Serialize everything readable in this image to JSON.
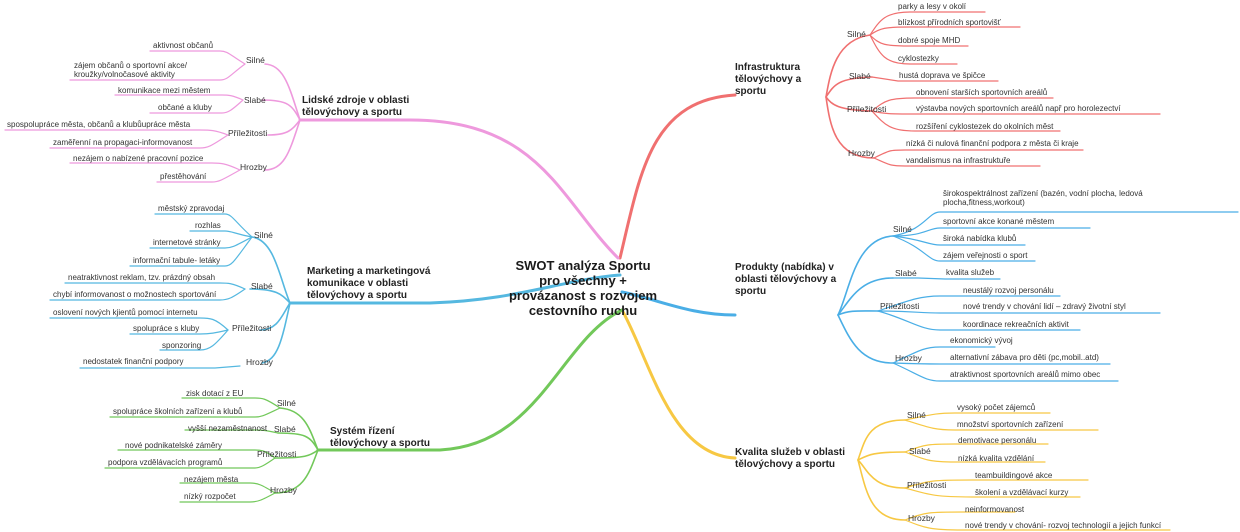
{
  "title": "SWOT analýza Sportu pro všechny + provázanost s rozvojem cestovního ruchu",
  "colors": {
    "infrastruktura": "#f07070",
    "produkty": "#4aaee6",
    "kvalita": "#f7c843",
    "lidske": "#ee99dd",
    "marketing": "#55b8e0",
    "system": "#72c85a"
  },
  "branches": {
    "infrastruktura": {
      "label": "Infrastruktura tělovýchovy a sportu",
      "silne": "Silné",
      "silne_items": [
        "parky a lesy v okolí",
        "blízkost přírodních sportovišť",
        "dobré spoje MHD",
        "cyklostezky"
      ],
      "slabe": "Slabé",
      "slabe_items": [
        "hustá doprava ve špičce"
      ],
      "prilezitosti": "Příležitosti",
      "prilezitosti_items": [
        "obnovení starších sportovních areálů",
        "výstavba nových sportovních areálů např pro horolezectví",
        "rozšíření cyklostezek do okolních měst"
      ],
      "hrozby": "Hrozby",
      "hrozby_items": [
        "nízká či nulová finanční podpora z města či kraje",
        "vandalismus na infrastruktuře"
      ]
    },
    "produkty": {
      "label": "Produkty (nabídka) v oblasti tělovýchovy a sportu",
      "silne": "Silné",
      "silne_items": [
        "širokospektrálnost zařízení (bazén, vodní plocha, ledová plocha,fitness,workout)",
        "sportovní akce konané městem",
        "široká nabídka klubů",
        "zájem veřejnosti o sport"
      ],
      "slabe": "Slabé",
      "slabe_items": [
        "kvalita služeb"
      ],
      "prilezitosti": "Příležitosti",
      "prilezitosti_items": [
        "neustálý rozvoj personálu",
        "nové trendy v chování lidí – zdravý životní styl",
        "koordinace rekreačních aktivit"
      ],
      "hrozby": "Hrozby",
      "hrozby_items": [
        "ekonomický vývoj",
        "alternativní zábava pro děti (pc,mobil..atd)",
        "atraktivnost sportovních areálů mimo obec"
      ]
    },
    "kvalita": {
      "label": "Kvalita služeb v oblasti tělovýchovy a sportu",
      "silne": "Silné",
      "silne_items": [
        "vysoký počet zájemců",
        "množství sportovních zařízení"
      ],
      "slabe": "Slabé",
      "slabe_items": [
        "demotivace personálu",
        "nízká kvalita vzdělání"
      ],
      "prilezitosti": "Příležitosti",
      "prilezitosti_items": [
        "teambuildingové akce",
        "školení a vzdělávací kurzy"
      ],
      "hrozby": "Hrozby",
      "hrozby_items": [
        "neinformovanost",
        "nové trendy v chování- rozvoj technologií a jejich funkcí"
      ]
    },
    "lidske": {
      "label": "Lidské zdroje v oblasti tělovýchovy a sportu",
      "silne": "Silné",
      "silne_items": [
        "aktivnost občanů",
        "zájem občanů o sportovní akce/ kroužky/volnočasové aktivity"
      ],
      "slabe": "Slabé",
      "slabe_items": [
        "komunikace mezi městem",
        "občané a kluby"
      ],
      "prilezitosti": "Příležitosti",
      "prilezitosti_items": [
        "spospolupráce města, občanů a klubůupráce města",
        "zaměřenní na propagaci-informovanost"
      ],
      "hrozby": "Hrozby",
      "hrozby_items": [
        "nezájem o nabízené pracovní pozice",
        "přestěhování"
      ]
    },
    "marketing": {
      "label": "Marketing a marketingová komunikace v oblasti tělovýchovy a sportu",
      "silne": "Silné",
      "silne_items": [
        "městský zpravodaj",
        "rozhlas",
        "internetové stránky",
        "informační tabule- letáky"
      ],
      "slabe": "Slabé",
      "slabe_items": [
        "neatraktivnost reklam, tzv. prázdný obsah",
        "chybí informovanost o možnostech sportování"
      ],
      "prilezitosti": "Příležitosti",
      "prilezitosti_items": [
        "oslovení nových kjientů pomocí internetu",
        "spolupráce s kluby",
        "sponzoring"
      ],
      "hrozby": "Hrozby",
      "hrozby_items": [
        "nedostatek finanční podpory"
      ]
    },
    "system": {
      "label": "Systém řízení tělovýchovy a sportu",
      "silne": "Silné",
      "silne_items": [
        "zisk dotací z EU",
        "spolupráce školních zařízení a klubů"
      ],
      "slabe": "Slabé",
      "slabe_items": [
        "vyšší nezaměstnanost"
      ],
      "prilezitosti": "Příležitosti",
      "prilezitosti_items": [
        "nové podnikatelské záměry",
        "podpora vzdělávacích programů"
      ],
      "hrozby": "Hrozby",
      "hrozby_items": [
        "nezájem města",
        "nízký rozpočet"
      ]
    }
  }
}
